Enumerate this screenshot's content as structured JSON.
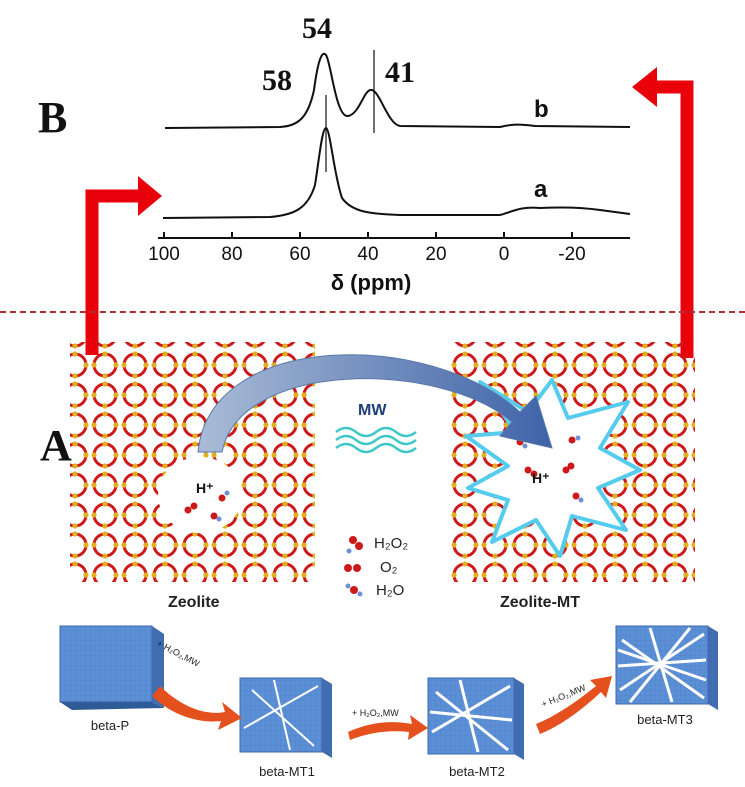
{
  "panel_b": {
    "letter": "B",
    "peak_labels": {
      "p54": "54",
      "p58": "58",
      "p41": "41"
    },
    "curve_labels": {
      "a": "a",
      "b": "b"
    },
    "x_axis": {
      "label": "δ (ppm)",
      "ticks": [
        "100",
        "80",
        "60",
        "40",
        "20",
        "0",
        "-20"
      ]
    }
  },
  "panel_a": {
    "letter": "A",
    "mw_label": "MW",
    "left_caption": "Zeolite",
    "right_caption": "Zeolite-MT",
    "proton_left": "H⁺",
    "proton_right": "H⁺",
    "legend": [
      {
        "label": "H₂O₂"
      },
      {
        "label": "O₂"
      },
      {
        "label": "H₂O"
      }
    ]
  },
  "sequence": {
    "cubes": [
      {
        "label": "beta-P"
      },
      {
        "label": "beta-MT1"
      },
      {
        "label": "beta-MT2"
      },
      {
        "label": "beta-MT3"
      }
    ],
    "arrow_text": "+ H₂O₂,MW"
  },
  "colors": {
    "red_arrow": "#e8000b",
    "divider": "#b03030",
    "framework_red": "#cc1a1a",
    "framework_yellow": "#e0b020",
    "cube_blue": "#5b8fd6",
    "curved_arrow": "#7f9bc4",
    "burst_outline": "#55ccee"
  }
}
